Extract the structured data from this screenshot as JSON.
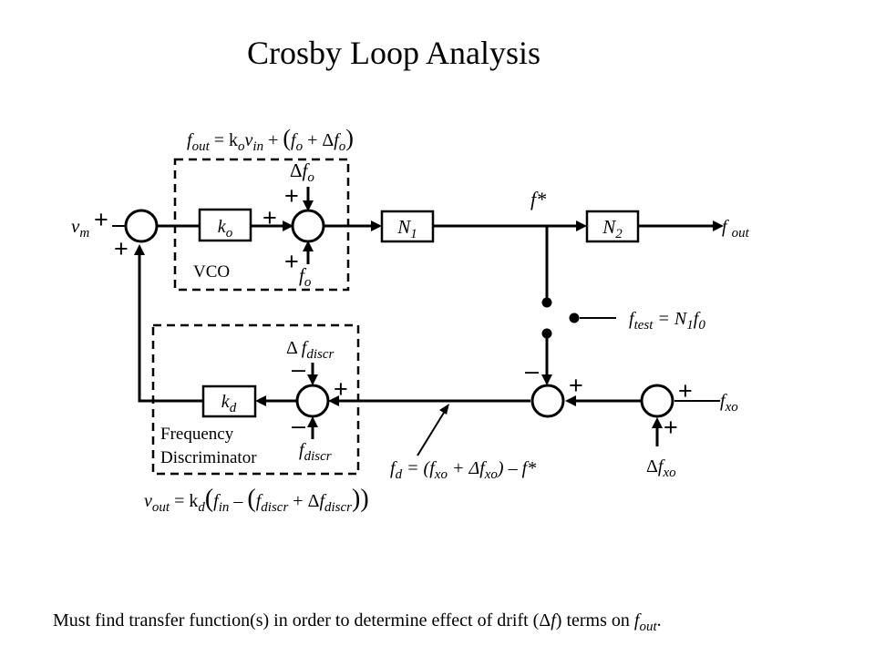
{
  "title": "Crosby Loop Analysis",
  "footer": {
    "text_main": "Must find transfer function(s) in order to determine effect of drift (",
    "text_delta": "Δ",
    "text_f": "f",
    "text_mid": ") terms on ",
    "text_fout": "f",
    "text_fout_sub": "out",
    "text_end": "."
  },
  "labels": {
    "vco": "VCO",
    "freq_disc_line1": "Frequency",
    "freq_disc_line2": "Discriminator"
  },
  "blocks": {
    "ko": {
      "base": "k",
      "sub": "o"
    },
    "kd": {
      "base": "k",
      "sub": "d"
    },
    "n1": {
      "base": "N",
      "sub": "1"
    },
    "n2": {
      "base": "N",
      "sub": "2"
    }
  },
  "signals": {
    "vm": {
      "base": "v",
      "sub": "m"
    },
    "delta_fo": {
      "delta": "Δ",
      "base": "f",
      "sub": "o"
    },
    "fo": {
      "base": "f",
      "sub": "o"
    },
    "f_star": "f*",
    "fout": {
      "base": "f ",
      "sub": "out"
    },
    "ftest": {
      "base": "f",
      "sub": "test",
      "rest": " = N",
      "sub2": "1",
      "rest2": "f",
      "sub3": "0"
    },
    "delta_fdiscr": {
      "delta": "Δ ",
      "base": "f",
      "sub": "discr"
    },
    "fdiscr": {
      "base": "f",
      "sub": "discr"
    },
    "fxo": {
      "base": "f",
      "sub": "xo"
    },
    "delta_fxo": {
      "delta": "Δ",
      "base": "f",
      "sub": "xo"
    },
    "fd_eq": {
      "a": "f",
      "a_sub": "d",
      "b": " = (f",
      "b_sub": "xo",
      "c": " + Δf",
      "c_sub": "xo",
      "d": ") – f*"
    }
  },
  "equations": {
    "vco_eq": {
      "lhs": "f",
      "lhs_sub": "out",
      "eq": " = k",
      "k_sub": "o",
      "v": "v",
      "v_sub": "in",
      "plus": " + ",
      "paren_open": "(",
      "f": "f",
      "f_sub": "o",
      "plus2": " + Δ",
      "f2": "f",
      "f2_sub": "o",
      "paren_close": ")"
    },
    "disc_eq": {
      "lhs": "v",
      "lhs_sub": "out",
      "eq": " = k",
      "k_sub": "d",
      "paren_open": "(",
      "f": "f",
      "f_sub": "in",
      "minus": " – ",
      "paren2": "(",
      "g": "f",
      "g_sub": "discr",
      "plus": " + Δ",
      "h": "f",
      "h_sub": "discr",
      "paren_close": "))"
    }
  },
  "signs": {
    "plus": "+",
    "minus": "–"
  }
}
